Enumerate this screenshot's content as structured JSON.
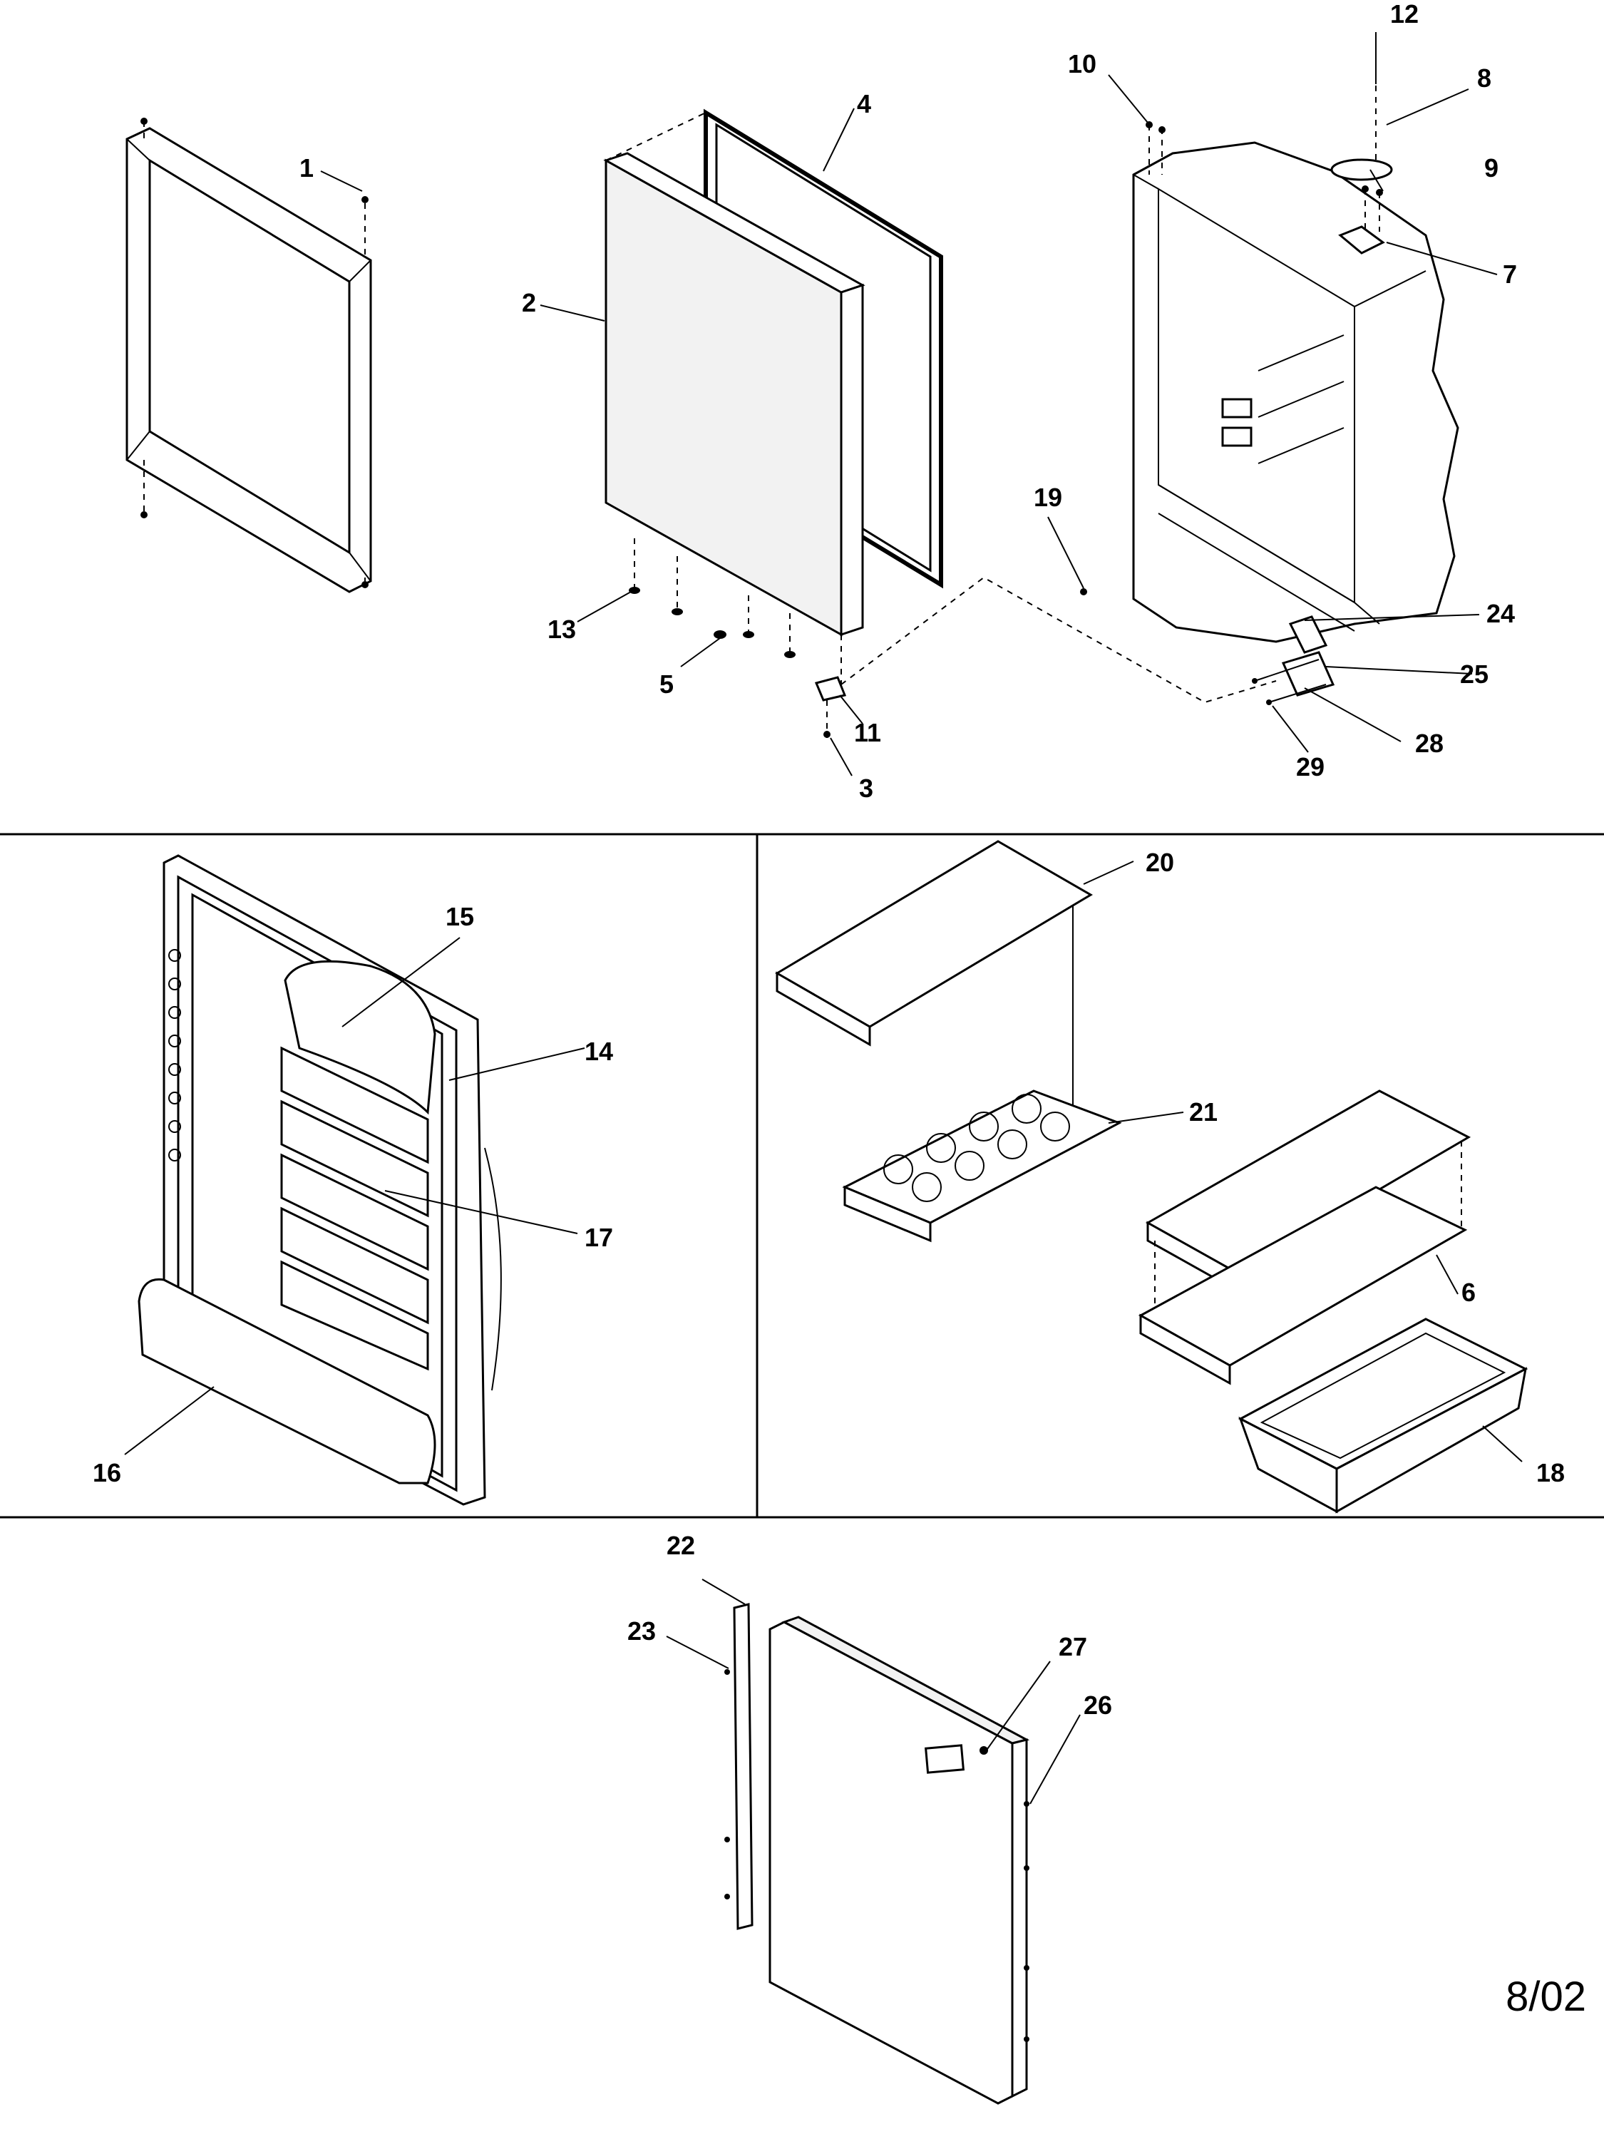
{
  "labels": {
    "l1": "1",
    "l2": "2",
    "l3": "3",
    "l4": "4",
    "l5": "5",
    "l6": "6",
    "l7": "7",
    "l8": "8",
    "l9": "9",
    "l10": "10",
    "l11": "11",
    "l12": "12",
    "l13": "13",
    "l14": "14",
    "l15": "15",
    "l16": "16",
    "l17": "17",
    "l18": "18",
    "l19": "19",
    "l20": "20",
    "l21": "21",
    "l22": "22",
    "l23": "23",
    "l24": "24",
    "l25": "25",
    "l26": "26",
    "l27": "27",
    "l28": "28",
    "l29": "29"
  },
  "date_code": "8/02"
}
